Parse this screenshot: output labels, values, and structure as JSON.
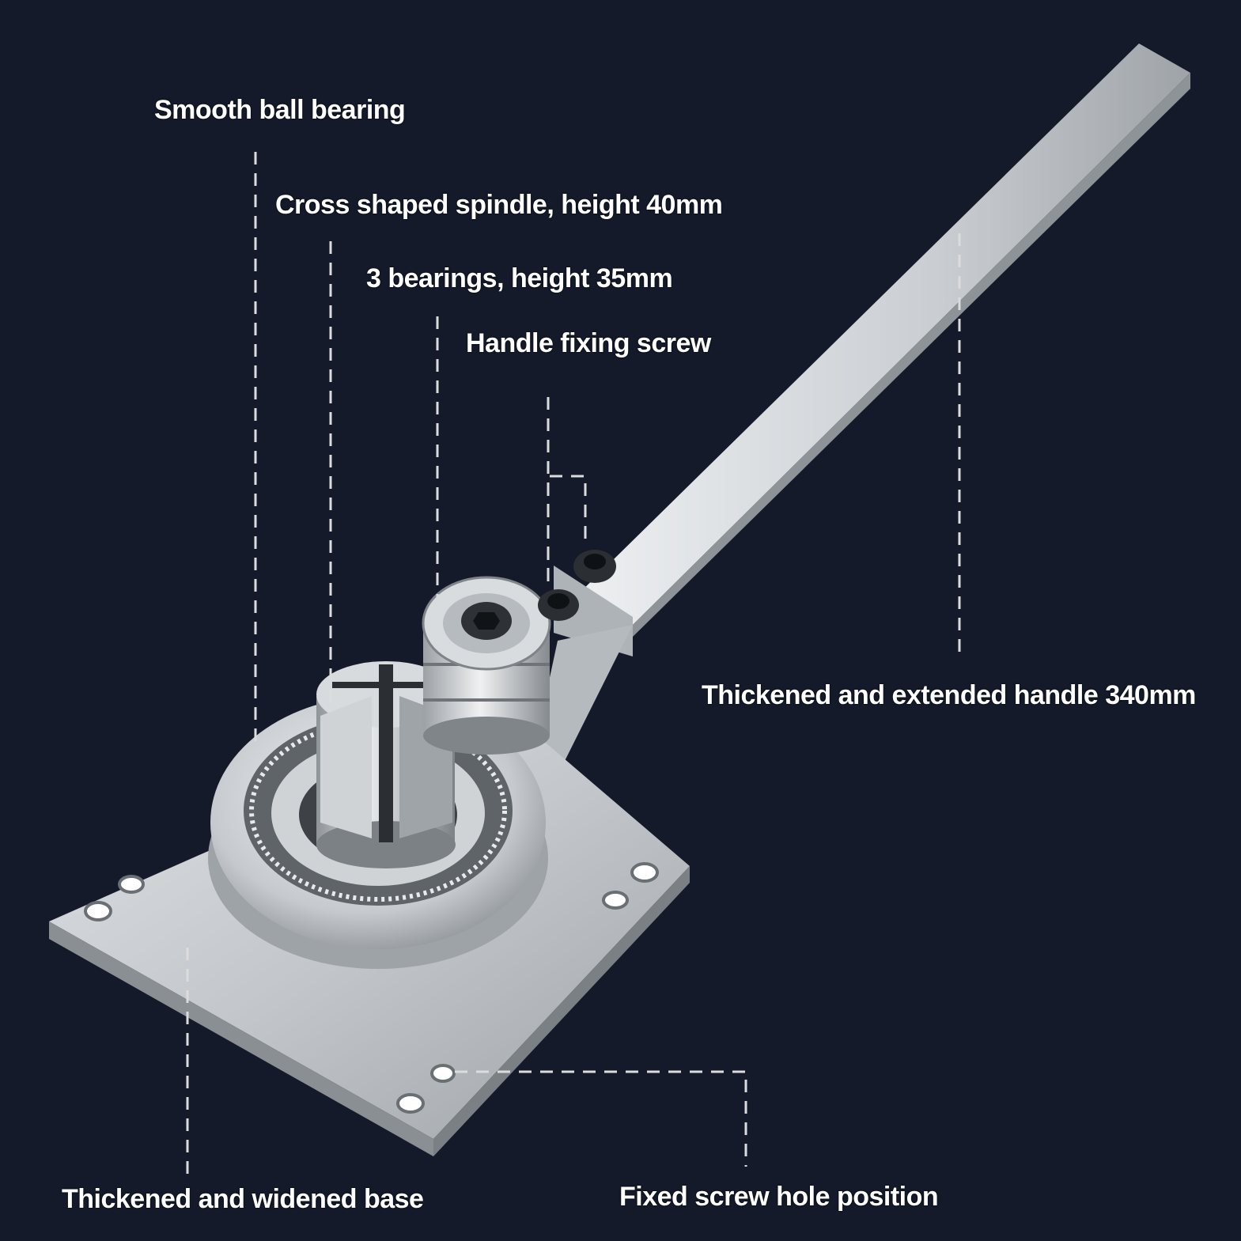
{
  "labels": {
    "ball_bearing": "Smooth ball bearing",
    "spindle": "Cross shaped spindle, height 40mm",
    "bearings": "3 bearings, height 35mm",
    "fixing_screw": "Handle fixing screw",
    "handle": "Thickened and extended handle 340mm",
    "base": "Thickened and widened base",
    "screw_hole": "Fixed screw hole position"
  },
  "colors": {
    "background": "#141a2a",
    "label_text": "#ffffff",
    "leader_line": "#dcdcdc",
    "metal_light": "#e6e8ea",
    "metal_mid": "#b9bdc2",
    "metal_dark": "#6e7378"
  }
}
